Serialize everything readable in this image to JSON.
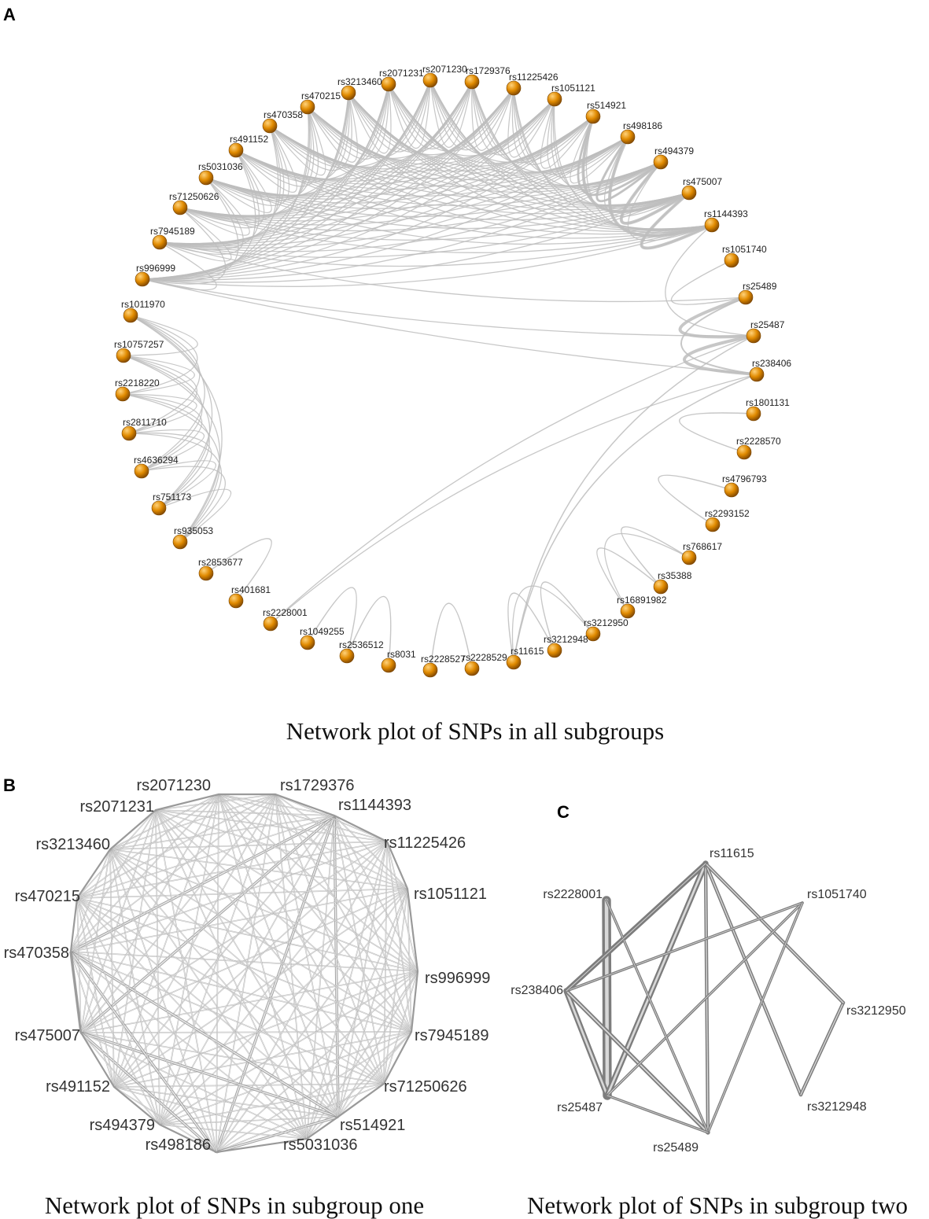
{
  "panels": {
    "a": {
      "letter": "A",
      "caption": "Network plot of SNPs in all subgroups",
      "nodes": [
        "rs3213460",
        "rs2071231",
        "rs2071230",
        "rs1729376",
        "rs11225426",
        "rs1051121",
        "rs514921",
        "rs498186",
        "rs494379",
        "rs475007",
        "rs1144393",
        "rs1051740",
        "rs25489",
        "rs25487",
        "rs238406",
        "rs1801131",
        "rs2228570",
        "rs4796793",
        "rs2293152",
        "rs768617",
        "rs35388",
        "rs16891982",
        "rs3212950",
        "rs3212948",
        "rs11615",
        "rs2228529",
        "rs2228527",
        "rs8031",
        "rs2536512",
        "rs1049255",
        "rs2228001",
        "rs401681",
        "rs2853677",
        "rs935053",
        "rs751173",
        "rs4636294",
        "rs2811710",
        "rs2218220",
        "rs10757257",
        "rs1011970",
        "rs996999",
        "rs7945189",
        "rs71250626",
        "rs5031036",
        "rs491152",
        "rs470358",
        "rs470215"
      ]
    },
    "b": {
      "letter": "B",
      "caption": "Network plot of SNPs in subgroup one",
      "nodes": [
        "rs1144393",
        "rs11225426",
        "rs1051121",
        "rs996999",
        "rs7945189",
        "rs71250626",
        "rs514921",
        "rs5031036",
        "rs498186",
        "rs494379",
        "rs491152",
        "rs475007",
        "rs470358",
        "rs470215",
        "rs3213460",
        "rs2071231",
        "rs2071230",
        "rs1729376"
      ]
    },
    "c": {
      "letter": "C",
      "caption": "Network plot of SNPs in subgroup two",
      "nodes": [
        "rs11615",
        "rs1051740",
        "rs2228001",
        "rs238406",
        "rs3212950",
        "rs3212948",
        "rs25487",
        "rs25489"
      ],
      "edges": [
        [
          "rs2228001",
          "rs25487",
          10
        ],
        [
          "rs238406",
          "rs25487",
          6
        ],
        [
          "rs238406",
          "rs11615",
          5
        ],
        [
          "rs25487",
          "rs11615",
          6
        ],
        [
          "rs238406",
          "rs25489",
          4
        ],
        [
          "rs11615",
          "rs25489",
          3
        ],
        [
          "rs11615",
          "rs3212948",
          3
        ],
        [
          "rs3212948",
          "rs3212950",
          3
        ],
        [
          "rs3212950",
          "rs11615",
          3
        ],
        [
          "rs1051740",
          "rs25487",
          2
        ],
        [
          "rs1051740",
          "rs238406",
          2
        ],
        [
          "rs1051740",
          "rs25489",
          2
        ],
        [
          "rs2228001",
          "rs25489",
          2
        ],
        [
          "rs238406",
          "rs11615",
          2
        ],
        [
          "rs25487",
          "rs25489",
          2
        ]
      ]
    }
  },
  "colors": {
    "node": "#cc7a00",
    "edge": "#bdbdbd",
    "edgeDark": "#8f8f8f"
  }
}
